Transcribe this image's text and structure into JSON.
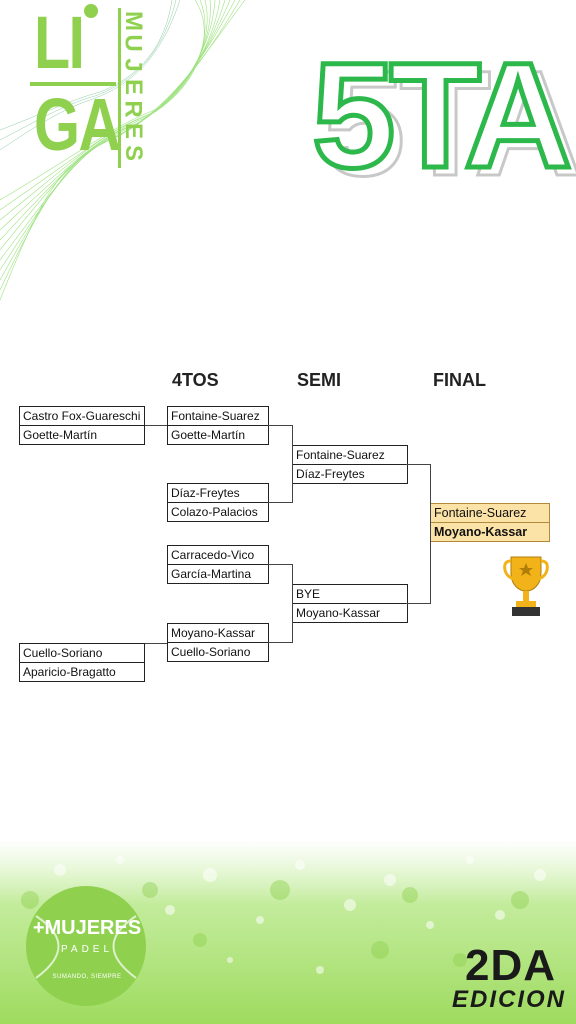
{
  "brand": {
    "logo_letters_top": "LI",
    "logo_letters_bottom": "GA",
    "logo_vertical": "MUJERES",
    "category": "5TA",
    "accent": "#8fd14f",
    "category_color": "#2cb84a"
  },
  "columns": {
    "quarters": "4TOS",
    "semis": "SEMI",
    "final": "FINAL"
  },
  "bracket": {
    "r1": [
      {
        "top": "Castro Fox-Guareschi",
        "bottom": "Goette-Martín"
      },
      {
        "top": "Cuello-Soriano",
        "bottom": "Aparicio-Bragatto"
      }
    ],
    "quarters": [
      {
        "top": "Fontaine-Suarez",
        "bottom": "Goette-Martín"
      },
      {
        "top": "Díaz-Freytes",
        "bottom": "Colazo-Palacios"
      },
      {
        "top": "Carracedo-Vico",
        "bottom": "García-Martina"
      },
      {
        "top": "Moyano-Kassar",
        "bottom": "Cuello-Soriano"
      }
    ],
    "semis": [
      {
        "top": "Fontaine-Suarez",
        "bottom": "Díaz-Freytes"
      },
      {
        "top": "BYE",
        "bottom": "Moyano-Kassar"
      }
    ],
    "final": {
      "top": "Fontaine-Suarez",
      "bottom": "Moyano-Kassar"
    }
  },
  "footer": {
    "logo_title": "+MUJERES",
    "logo_sub": "PADEL",
    "logo_tag": "SUMANDO, SIEMPRE",
    "edition_number": "2DA",
    "edition_word": "EDICION"
  },
  "icons": {
    "trophy": "trophy-icon",
    "ball": "tennis-ball-icon"
  }
}
